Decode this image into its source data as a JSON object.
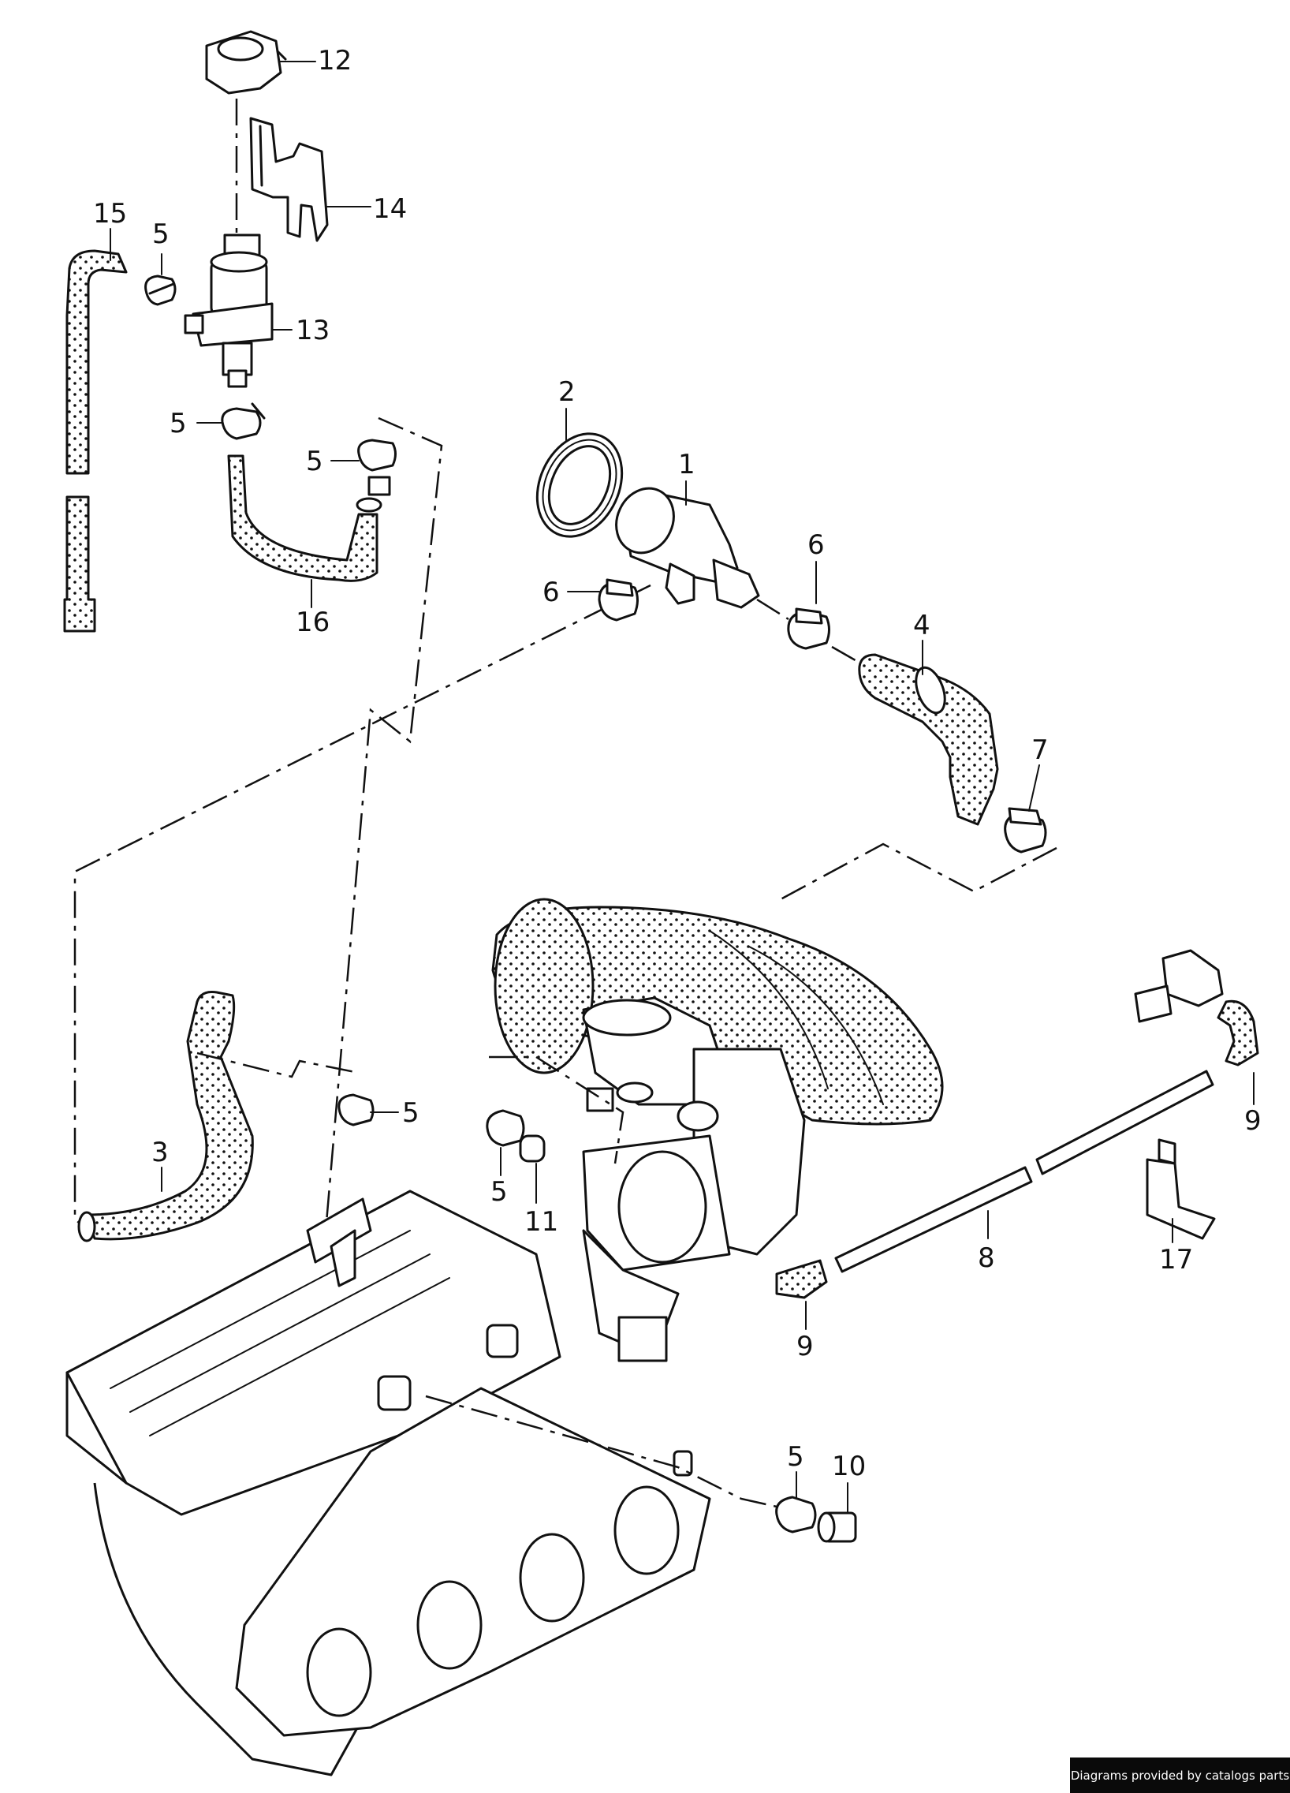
{
  "callouts": {
    "c1": "1",
    "c2": "2",
    "c3": "3",
    "c4": "4",
    "c5a": "5",
    "c5b": "5",
    "c5c": "5",
    "c5d": "5",
    "c5e": "5",
    "c5f": "5",
    "c6a": "6",
    "c6b": "6",
    "c7": "7",
    "c8": "8",
    "c9a": "9",
    "c9b": "9",
    "c10": "10",
    "c11": "11",
    "c12": "12",
    "c13": "13",
    "c14": "14",
    "c15": "15",
    "c16": "16",
    "c17": "17"
  },
  "footer": {
    "credit": "Diagrams provided by catalogs parts"
  }
}
